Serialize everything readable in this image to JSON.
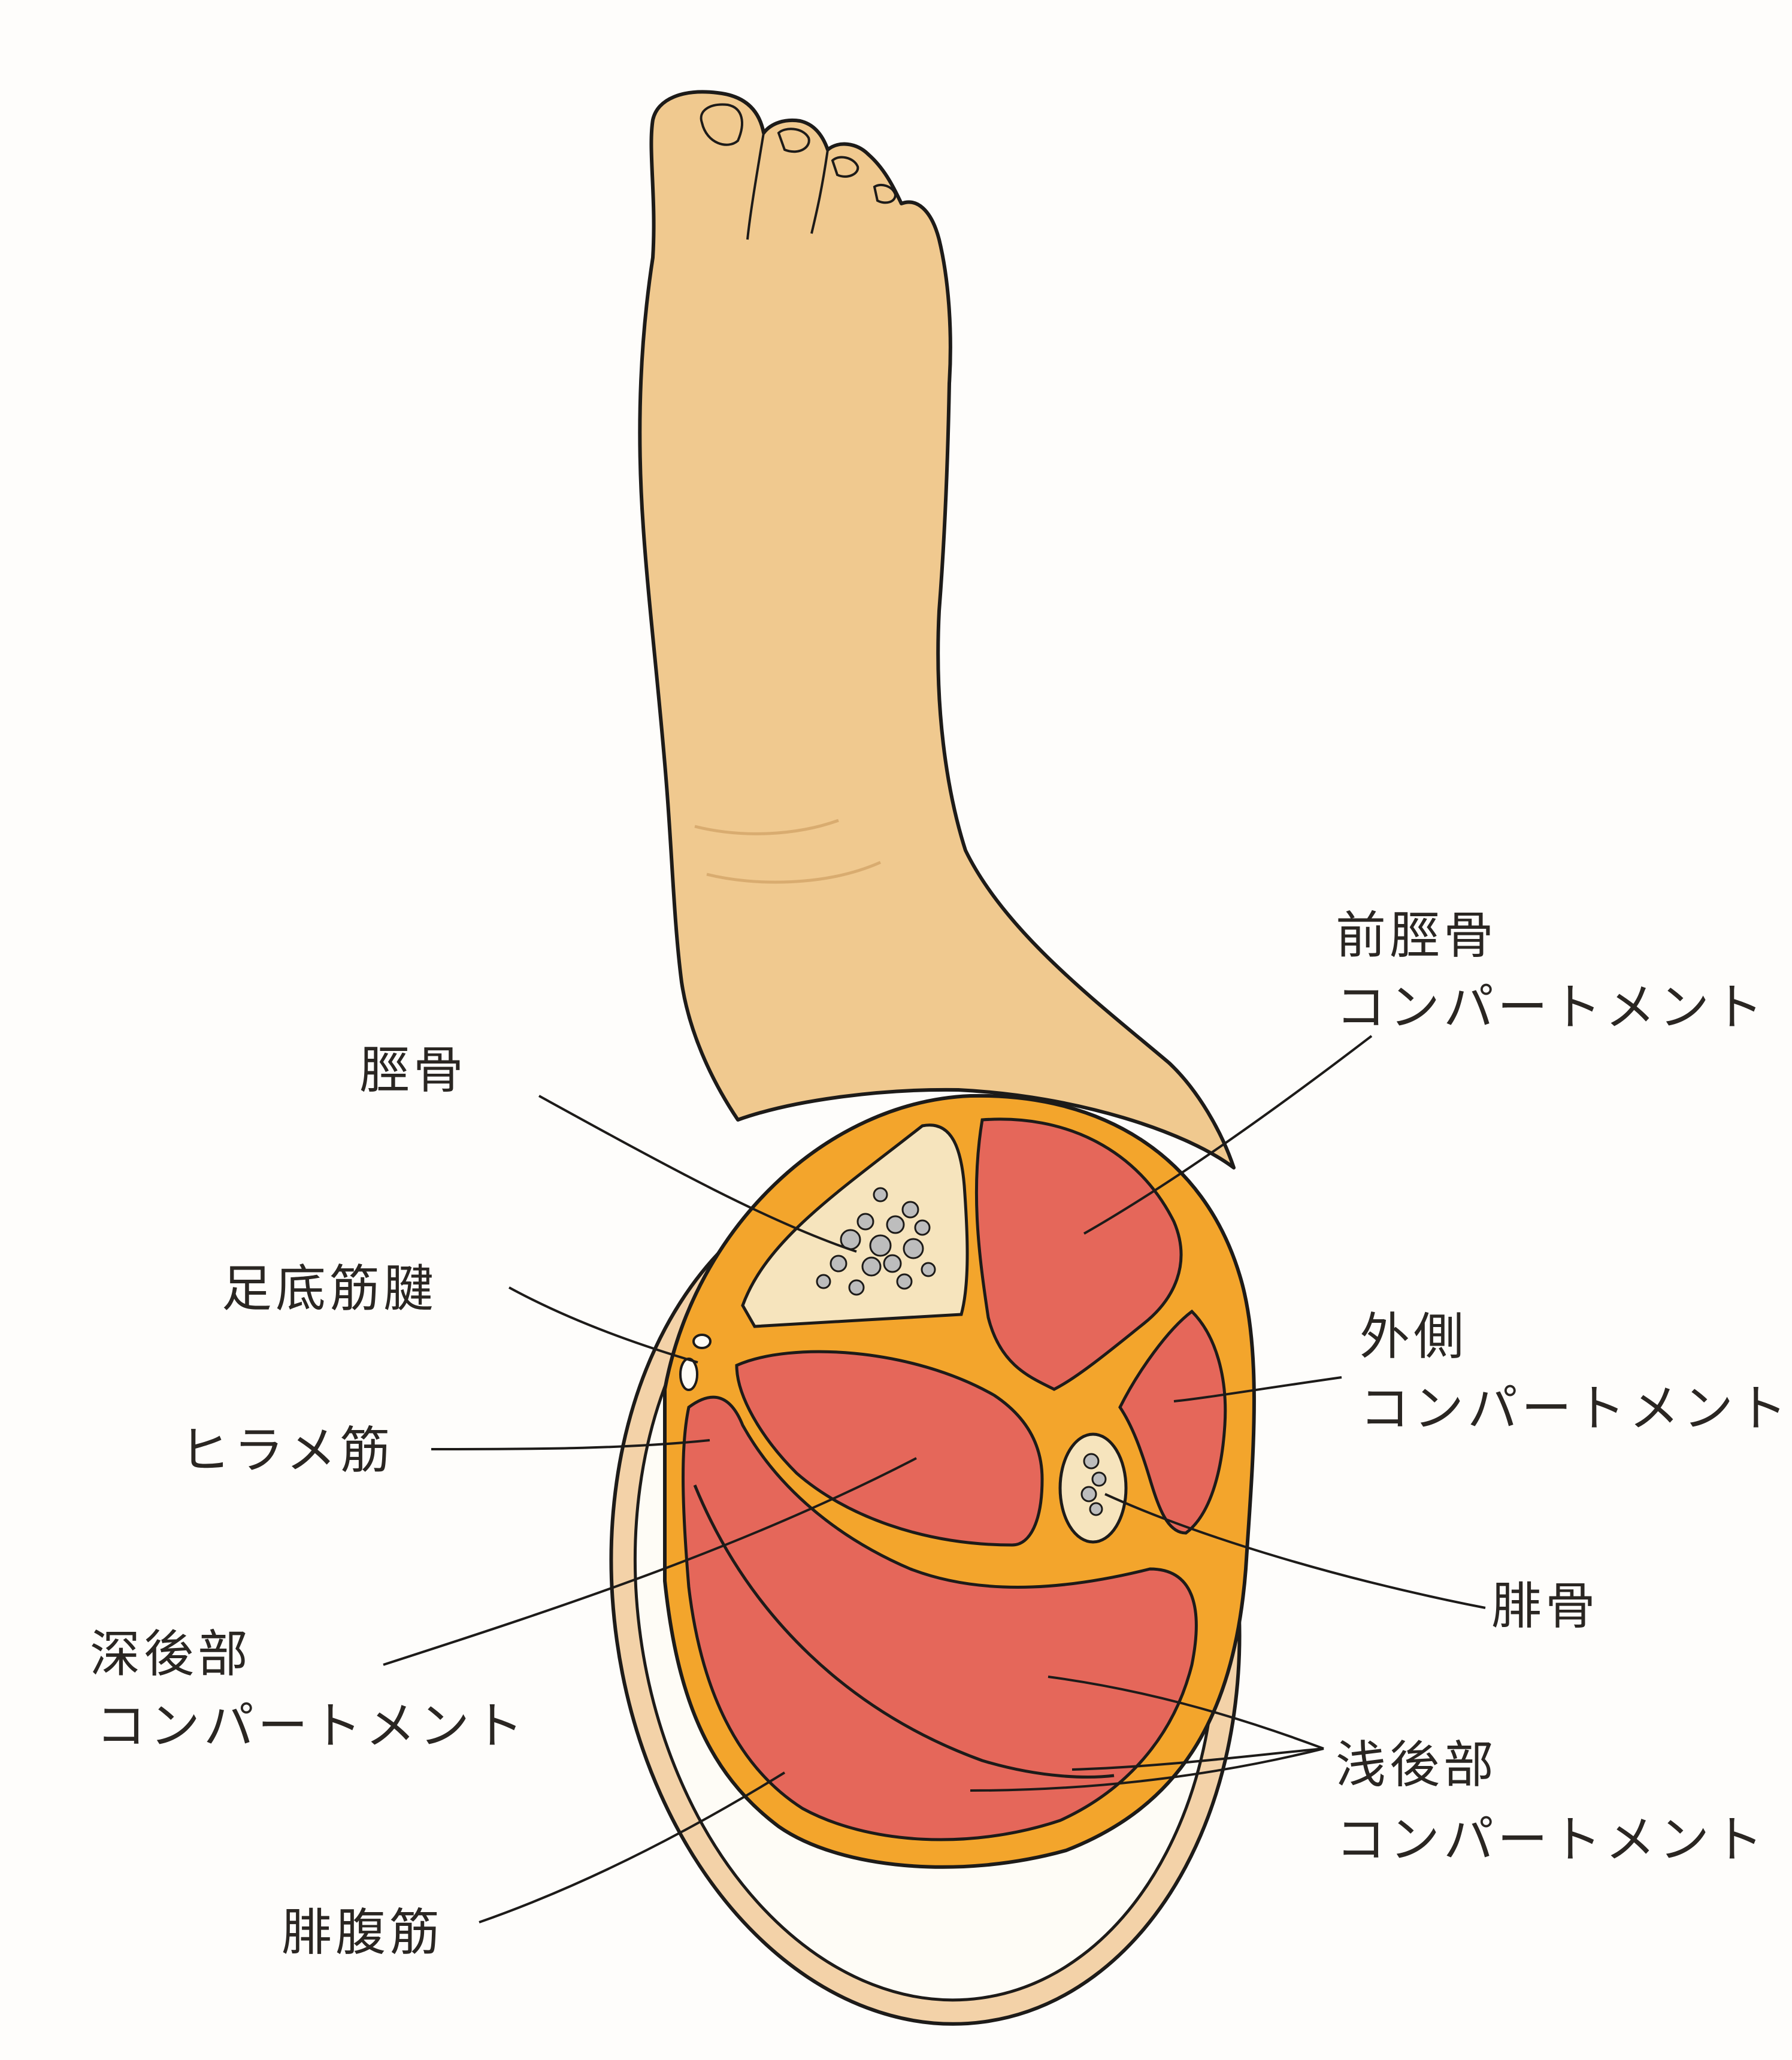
{
  "labels": {
    "tibia": "脛骨",
    "anterior_title": "前脛骨",
    "anterior_sub": "コンパートメント",
    "plantaris": "足底筋腱",
    "lateral_title": "外側",
    "lateral_sub": "コンパートメント",
    "soleus": "ヒラメ筋",
    "fibula": "腓骨",
    "deep_title": "深後部",
    "deep_sub": "コンパートメント",
    "superficial_title": "浅後部",
    "superficial_sub": "コンパートメント",
    "gastrocnemius": "腓腹筋"
  },
  "colors": {
    "background": "#fefdfb",
    "skin": "#f0c98f",
    "skin_shade": "#e6b97a",
    "fascia": "#f3a52c",
    "muscle": "#e5675a",
    "bone": "#f6e4bd",
    "subcutaneous": "#fefcf6",
    "skin_ring": "#f3d2a8",
    "outline": "#1d1b19"
  }
}
